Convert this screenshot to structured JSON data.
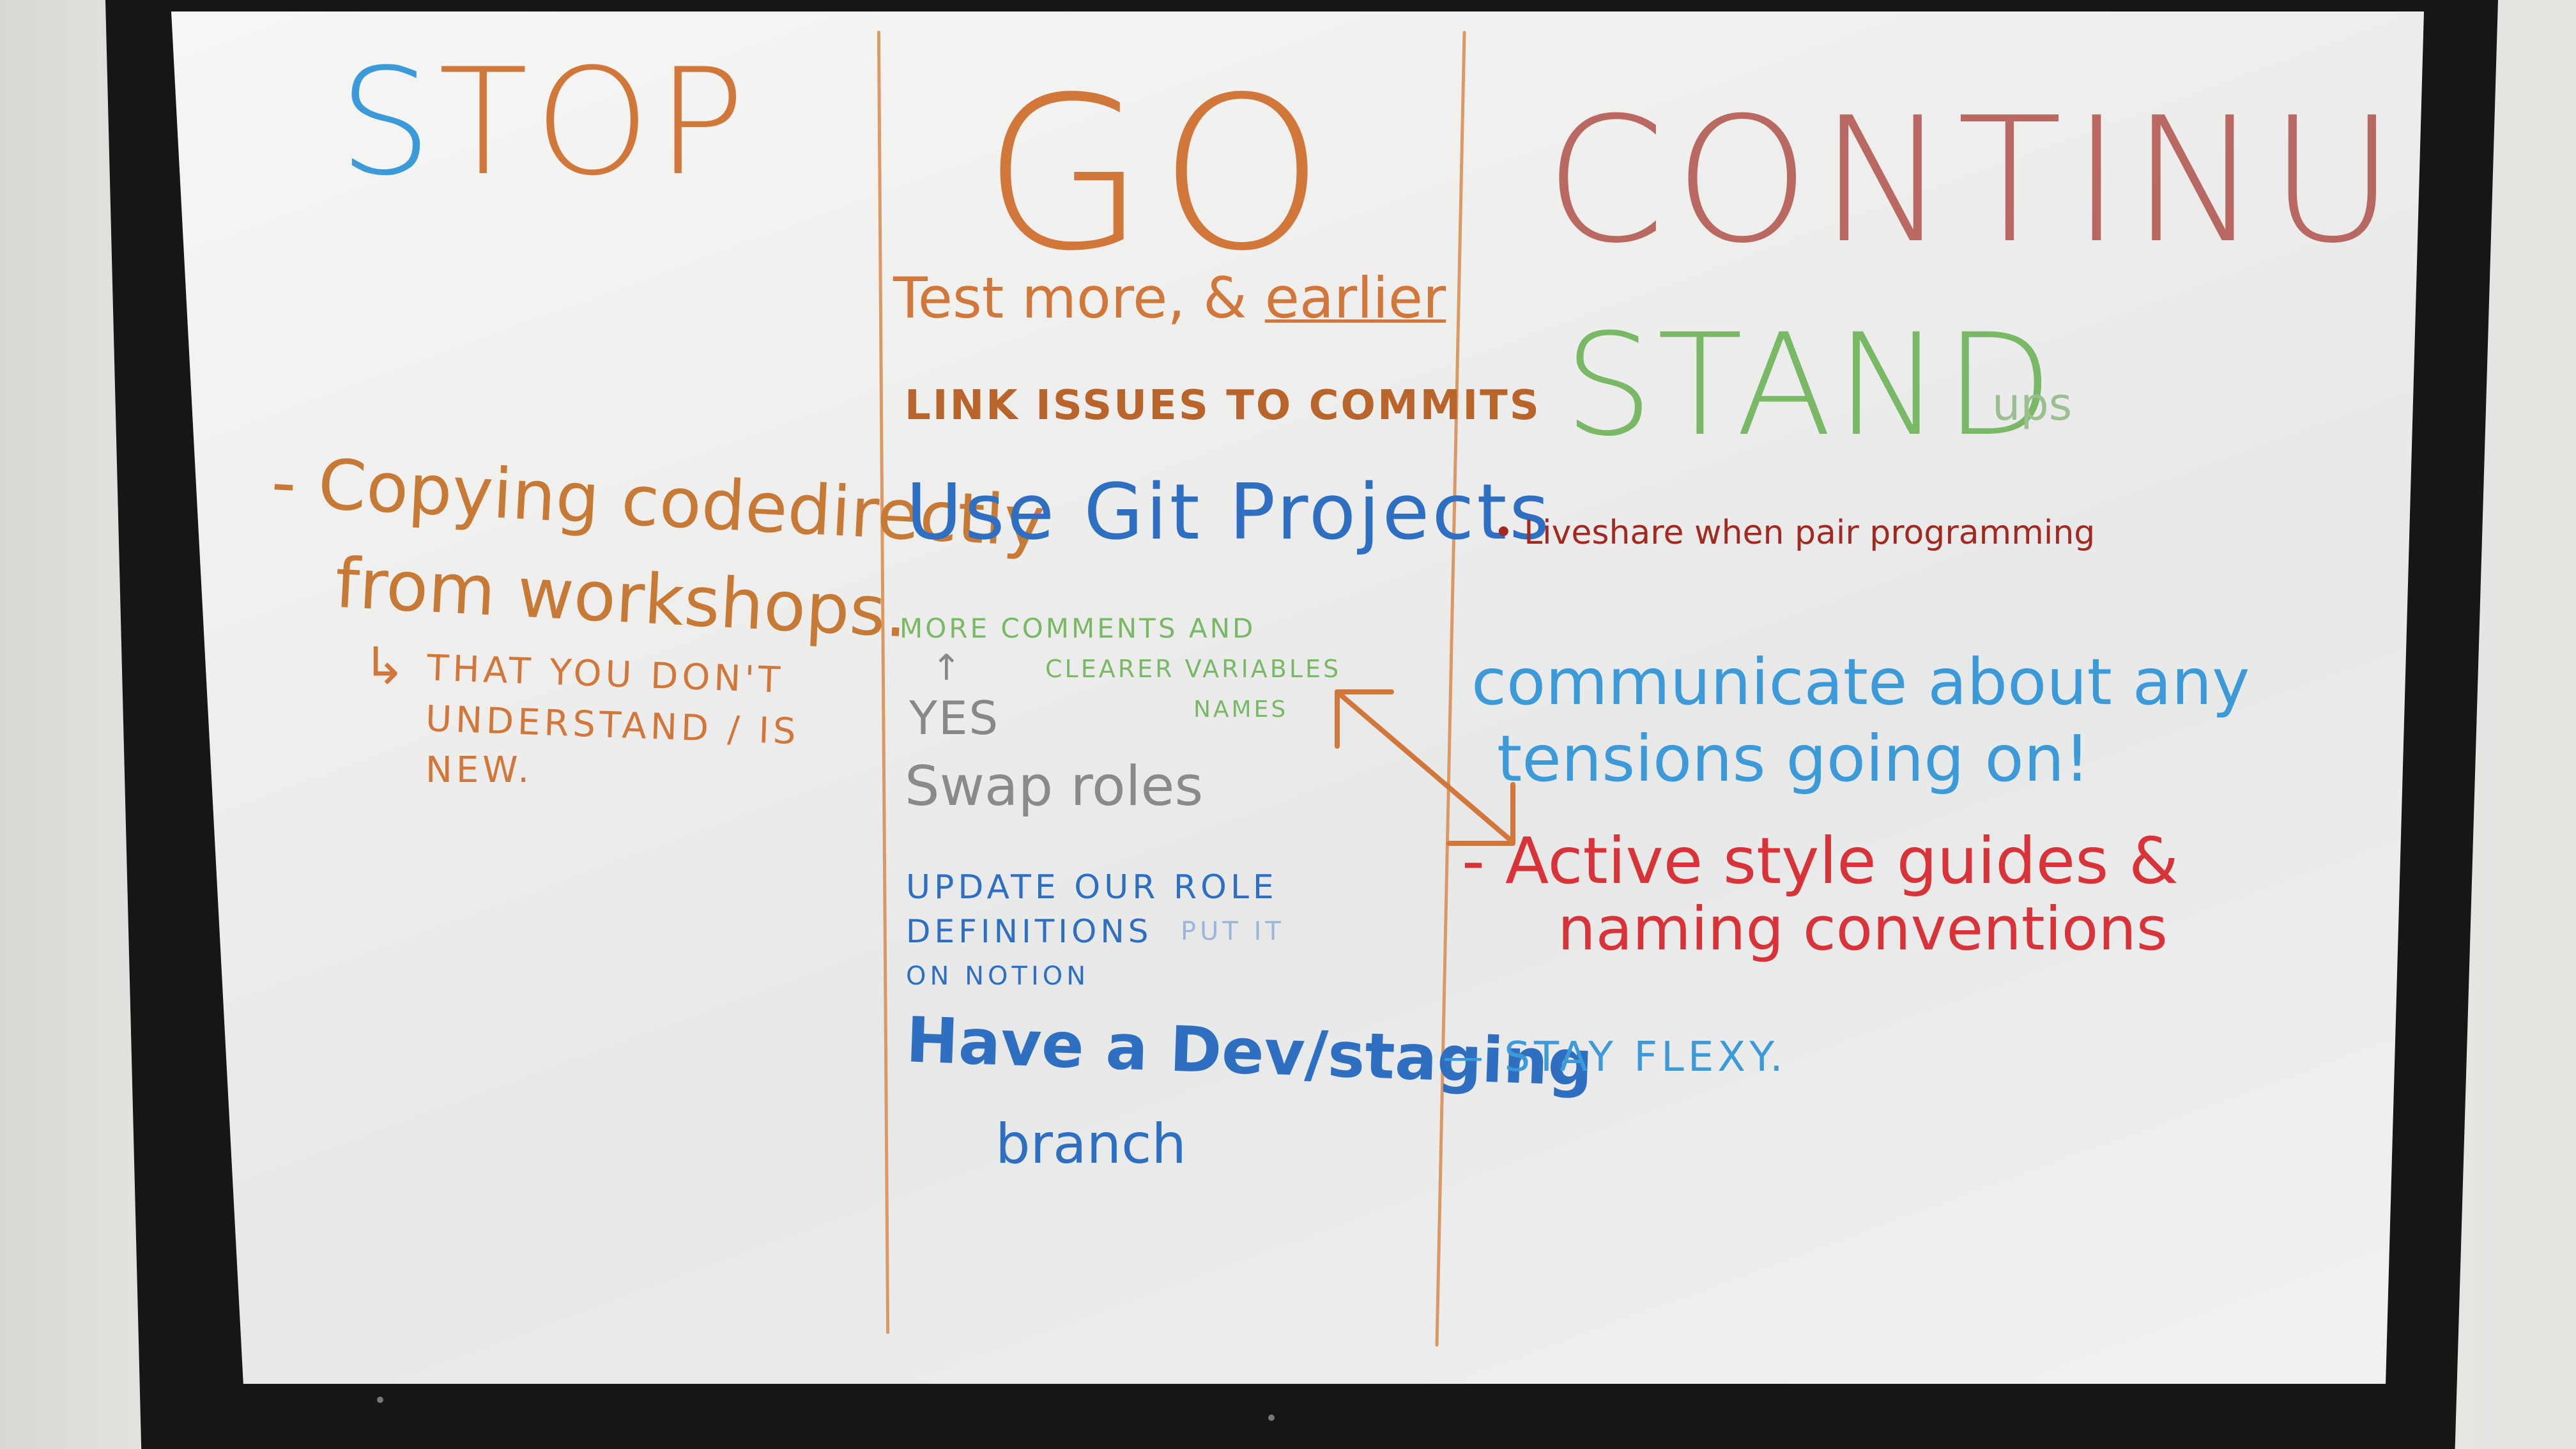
{
  "colors": {
    "orange": "#d2773a",
    "dark_orange": "#b8642a",
    "blue": "#2f6fc2",
    "light_blue": "#3c9ad9",
    "green": "#4fa13e",
    "light_green": "#79b865",
    "red": "#d9333a",
    "dark_red": "#a2291f",
    "brown_red": "#b0524a"
  },
  "columns": {
    "stop": {
      "header_s": "S",
      "header_rest": "TOP",
      "items": {
        "copying_1": "- Copying codedirectly",
        "copying_2": "from workshops.",
        "note_1": "THAT YOU DON'T",
        "note_2": "UNDERSTAND / IS",
        "note_3": "NEW."
      }
    },
    "go": {
      "header": "GO",
      "items": {
        "test_prefix": "Test more, &",
        "test_emph": "earlier",
        "link_issues": "LINK ISSUES TO COMMITS",
        "git_projects": "Use Git Projects",
        "comments_1": "MORE COMMENTS AND",
        "comments_2": "CLEARER VARIABLES",
        "comments_3": "NAMES",
        "yes": "YES",
        "swap_roles": "Swap roles",
        "roles_1": "UPDATE OUR ROLE",
        "roles_2": "DEFINITIONS",
        "roles_2b": "PUT IT",
        "roles_3": "ON NOTION",
        "dev_1": "Have a Dev/staging",
        "dev_2": "branch"
      }
    },
    "continue": {
      "header": "CONTINUE",
      "items": {
        "stand": "STAND",
        "ups": "ups",
        "liveshare": "• Liveshare when pair programming",
        "communicate_1": "communicate about any",
        "communicate_2": "tensions going on!",
        "style_1": "- Active style guides &",
        "style_2": "naming conventions",
        "flexy": "— STAY FLEXY."
      }
    }
  }
}
